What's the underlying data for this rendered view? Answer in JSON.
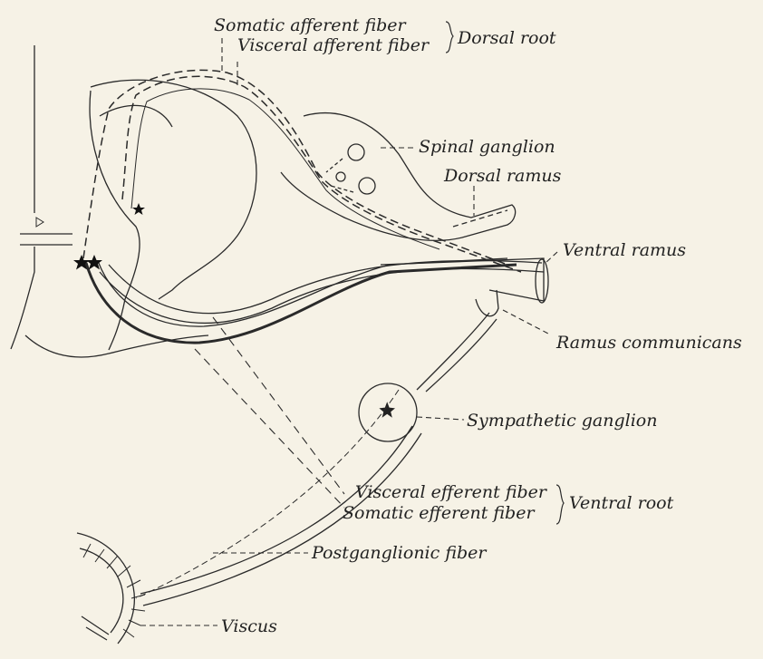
{
  "labels": {
    "somatic_afferent": "Somatic afferent fiber",
    "visceral_afferent": "Visceral afferent fiber",
    "dorsal_root": "Dorsal root",
    "spinal_ganglion": "Spinal ganglion",
    "dorsal_ramus": "Dorsal ramus",
    "ventral_ramus": "Ventral ramus",
    "ramus_communicans": "Ramus communicans",
    "sympathetic_ganglion": "Sympathetic ganglion",
    "visceral_efferent": "Visceral efferent fiber",
    "somatic_efferent": "Somatic efferent fiber",
    "ventral_root": "Ventral root",
    "postganglionic": "Postganglionic fiber",
    "viscus": "Viscus"
  },
  "colors": {
    "background": "#f6f2e6",
    "ink": "#2a2a2a"
  }
}
